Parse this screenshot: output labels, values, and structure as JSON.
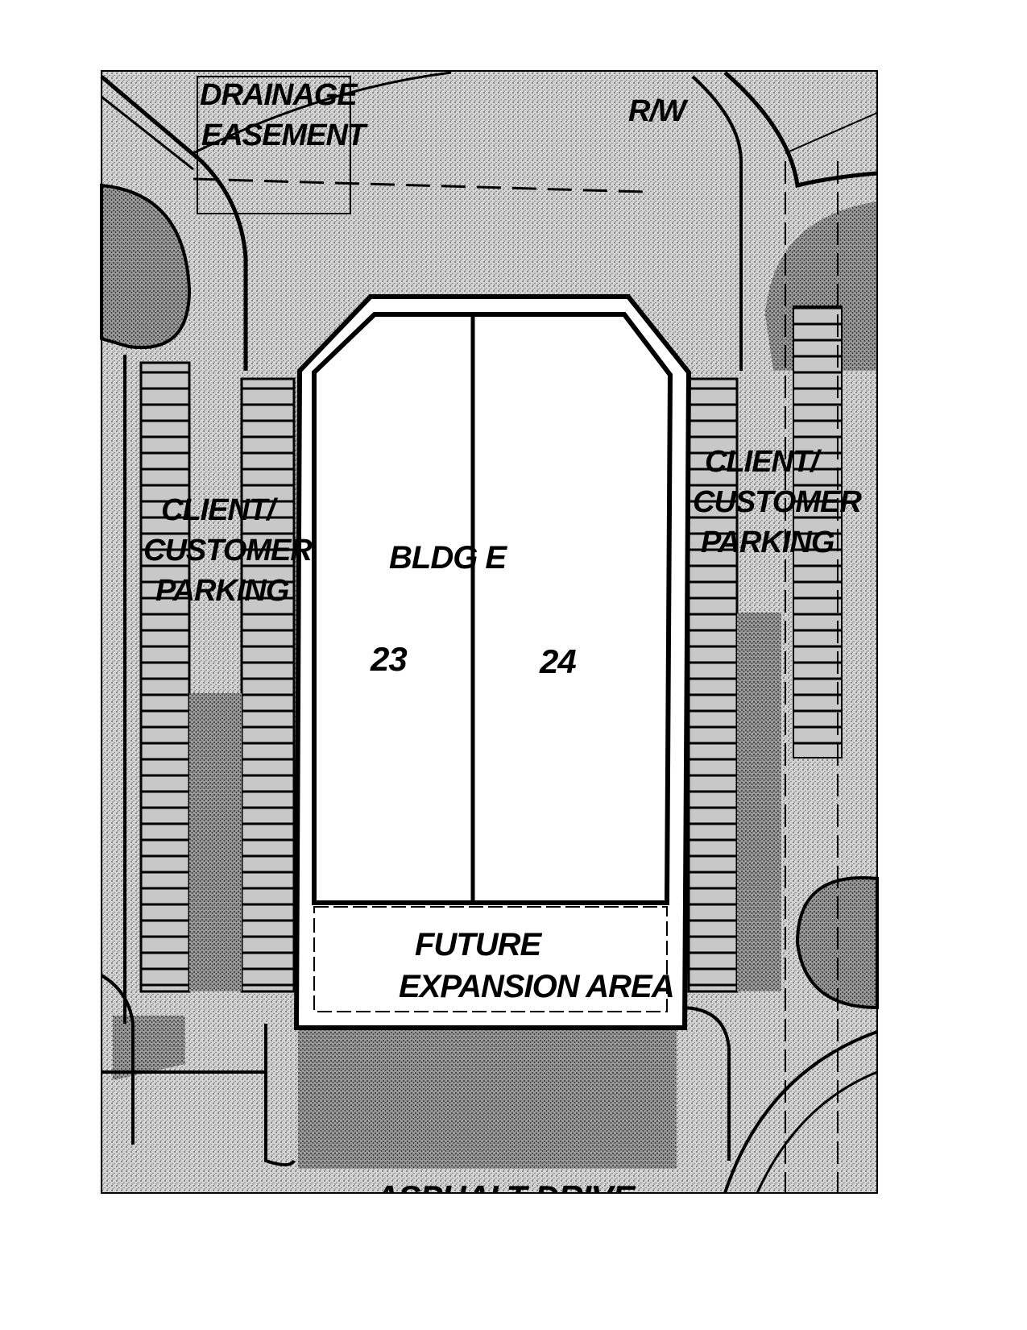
{
  "labels": {
    "drainage_line1": "DRAINAGE",
    "drainage_line2": "EASEMENT",
    "right_of_way": "R/W",
    "left_parking_line1": "CLIENT/",
    "left_parking_line2": "CUSTOMER",
    "left_parking_line3": "PARKING",
    "right_parking_line1": "CLIENT/",
    "right_parking_line2": "CUSTOMER",
    "right_parking_line3": "PARKING",
    "building": "BLDG E",
    "unit_left": "23",
    "unit_right": "24",
    "future_line1": "FUTURE",
    "future_line2": "EXPANSION AREA",
    "drive": "ASPHALT DRIVE"
  },
  "colors": {
    "ink": "#000000",
    "paper": "#ffffff",
    "stipple": "#8a8a8a"
  }
}
